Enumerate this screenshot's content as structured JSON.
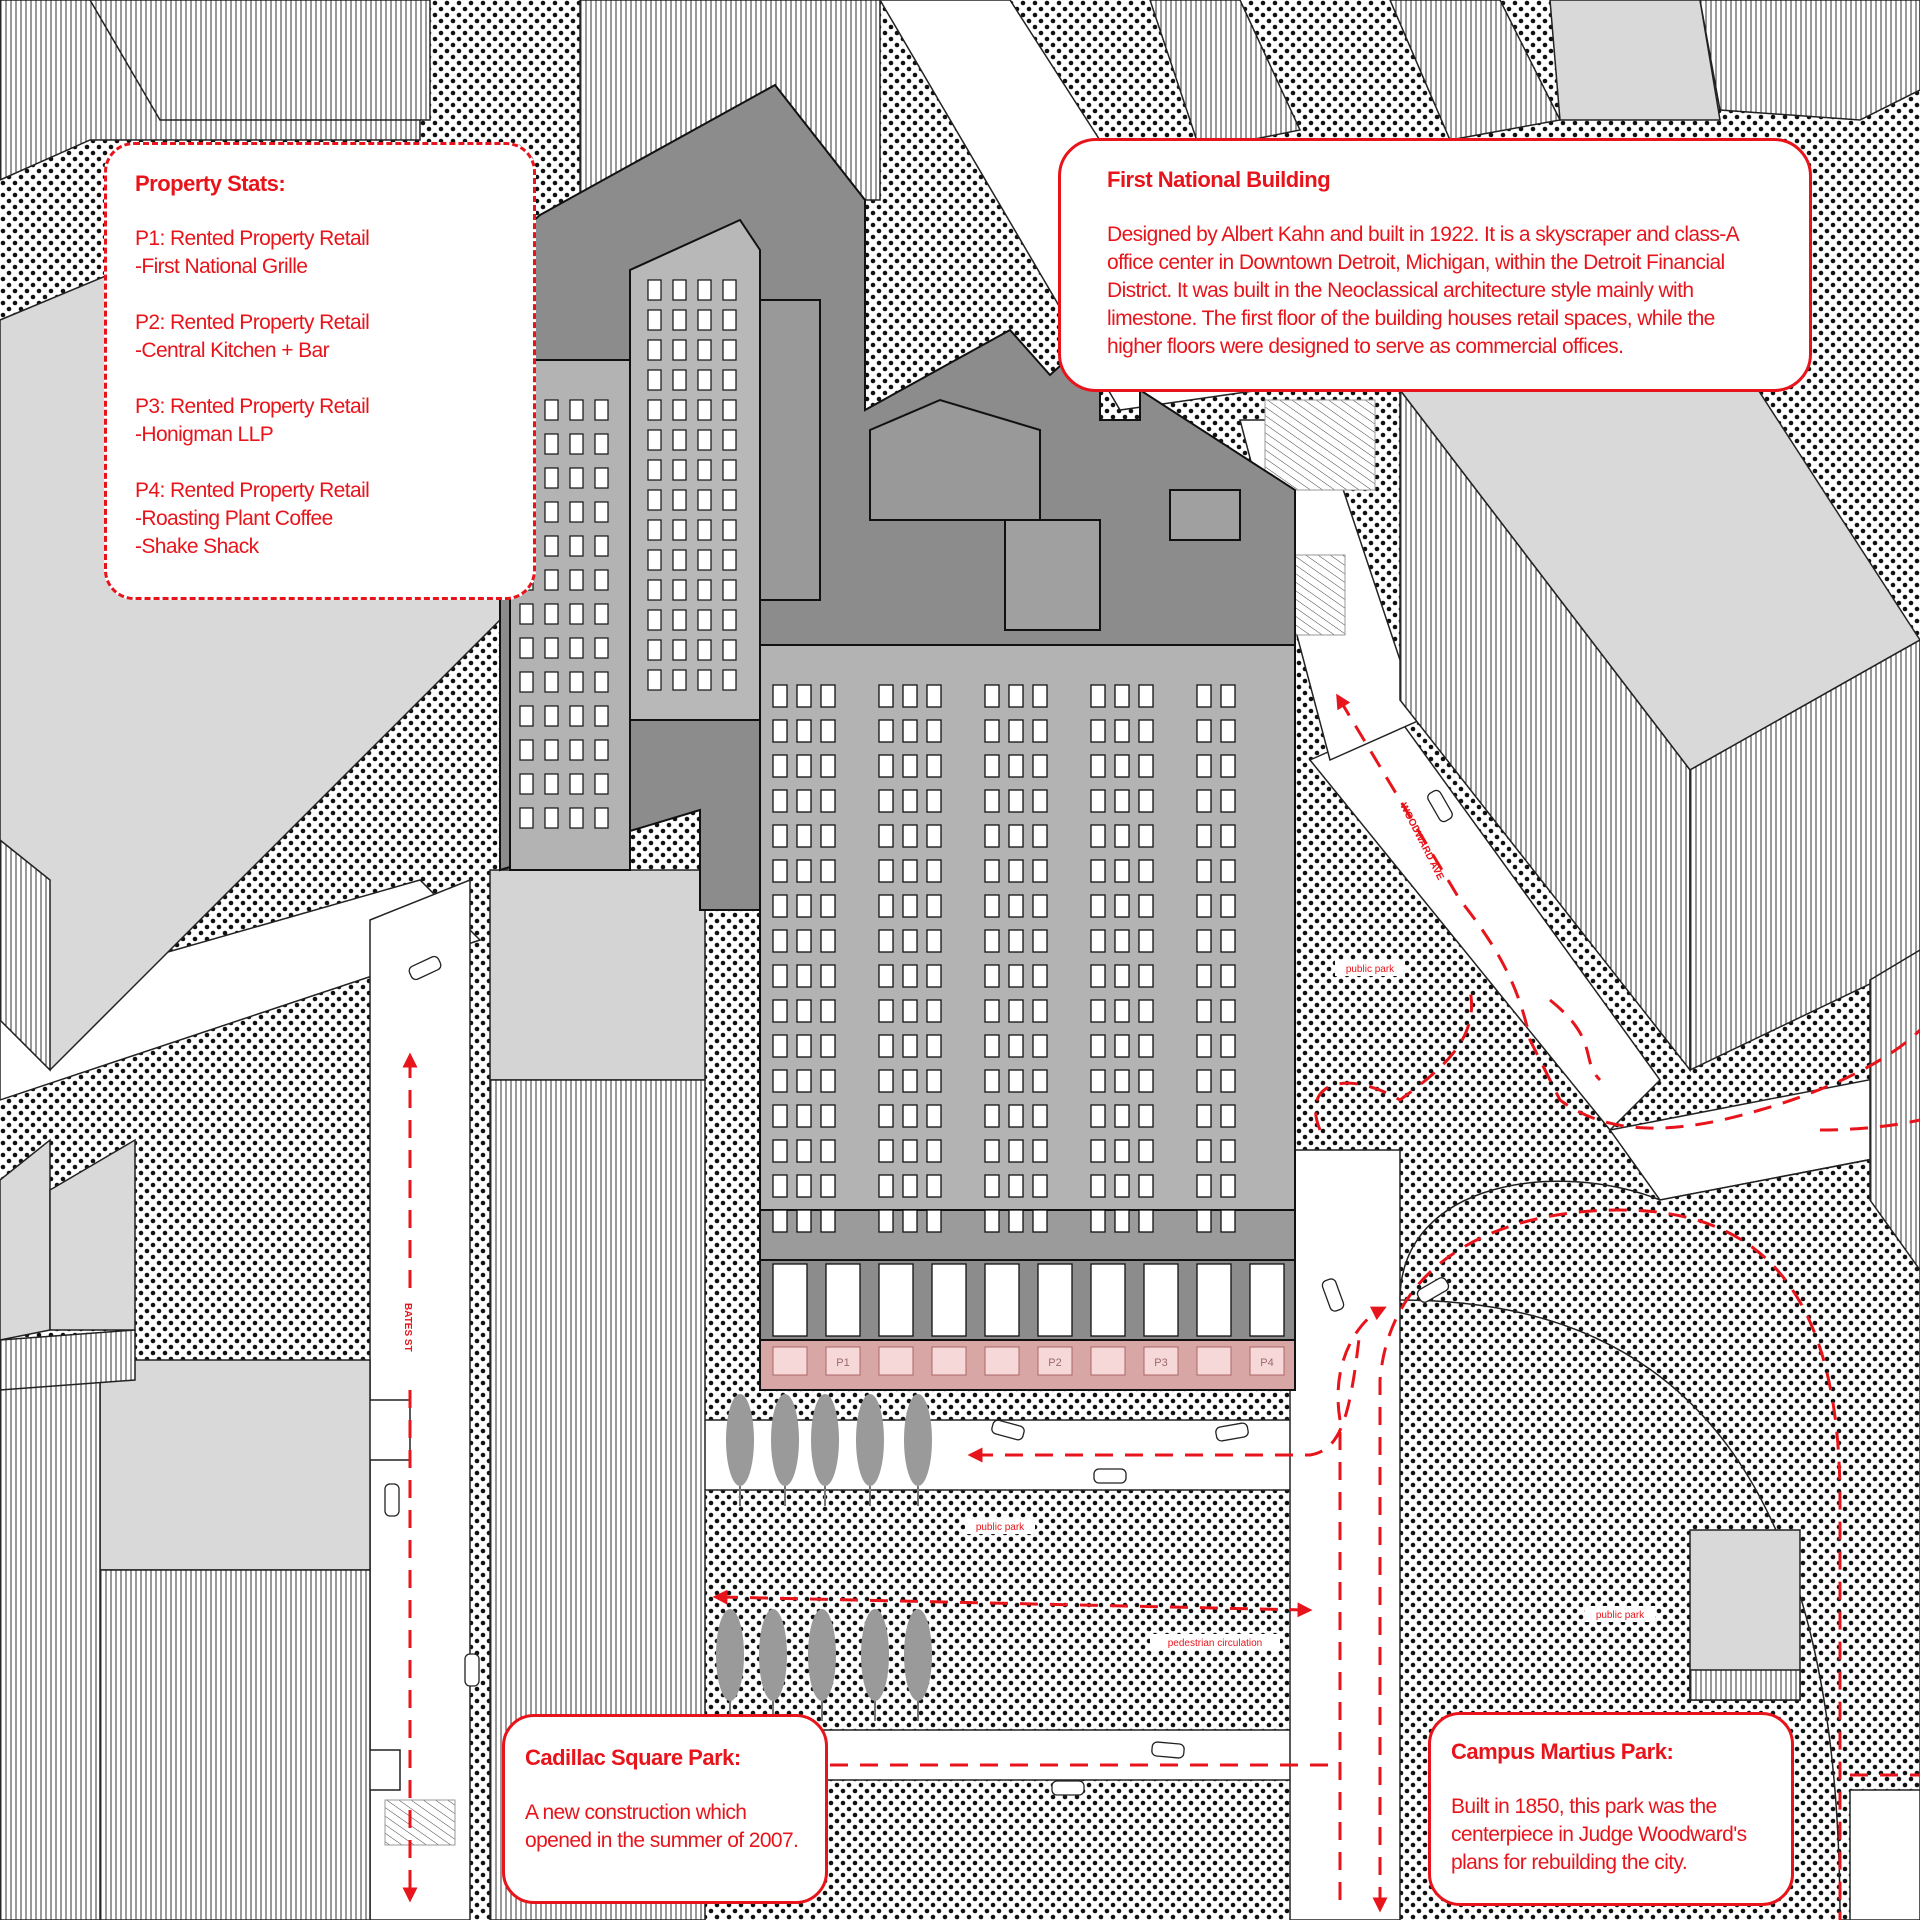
{
  "property_stats": {
    "title": "Property Stats:",
    "items": [
      {
        "line1": "P1: Rented Property Retail",
        "tenants": [
          "-First National Grille"
        ]
      },
      {
        "line1": "P2: Rented Property Retail",
        "tenants": [
          "-Central Kitchen + Bar"
        ]
      },
      {
        "line1": "P3: Rented Property Retail",
        "tenants": [
          "-Honigman LLP"
        ]
      },
      {
        "line1": "P4: Rented Property Retail",
        "tenants": [
          "-Roasting Plant Coffee",
          "-Shake Shack"
        ]
      }
    ]
  },
  "first_national": {
    "title": "First National Building",
    "body": "Designed by Albert Kahn  and built in 1922. It is a skyscraper and class-A office center in Downtown Detroit, Michigan, within the Detroit Financial District. It was built in the Neoclassical architecture style mainly with limestone. The first floor of the building houses retail spaces, while the higher floors were designed to serve as commercial offices."
  },
  "cadillac": {
    "title": "Cadillac Square Park:",
    "body": "A new construction which opened in the summer of 2007."
  },
  "campus_martius": {
    "title": "Campus Martius Park:",
    "body": "Built in 1850, this park was the centerpiece in Judge Woodward's plans for rebuilding the city."
  },
  "map_labels": {
    "woodward": "WOODWARD AVE",
    "bates": "BATES ST",
    "public_park_1": "public park",
    "public_park_2": "public park",
    "public_park_3": "public park",
    "pedestrian": "pedestrian circulation",
    "retail": [
      "P1",
      "P2",
      "P3",
      "P4"
    ]
  },
  "colors": {
    "accent": "#e8141b",
    "building_dark": "#8c8c8c",
    "building_mid": "#b3b3b3",
    "building_light": "#d4d4d4",
    "retail_fill": "#f6d8d8"
  }
}
